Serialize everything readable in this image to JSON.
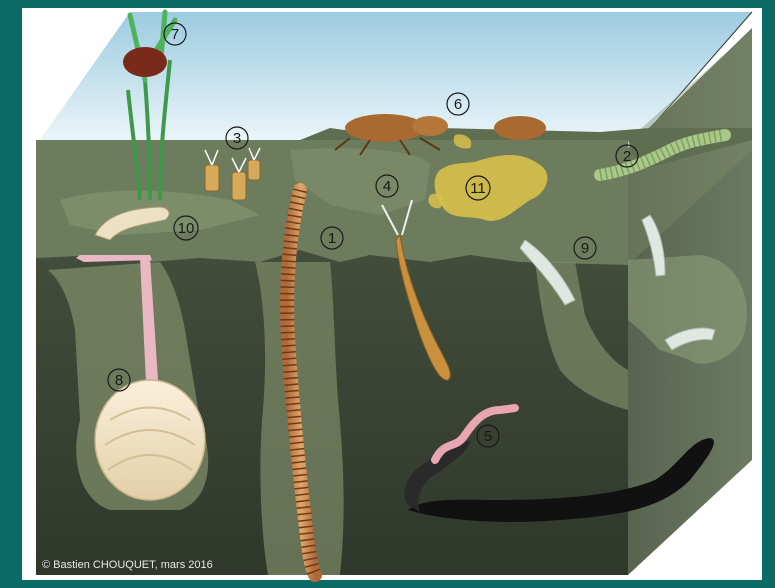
{
  "colors": {
    "frame": "#0d6b67",
    "water_top": "#a9d4e6",
    "water_bottom": "#e8f4f8",
    "surface": "#7a8a68",
    "sediment_front": "#3a4334",
    "sediment_side": "#4a5440",
    "burrow_fill": "#8c9c78"
  },
  "labels": [
    {
      "id": "1",
      "text": "1"
    },
    {
      "id": "2",
      "text": "2"
    },
    {
      "id": "3",
      "text": "3"
    },
    {
      "id": "4",
      "text": "4"
    },
    {
      "id": "5",
      "text": "5"
    },
    {
      "id": "6",
      "text": "6"
    },
    {
      "id": "7",
      "text": "7"
    },
    {
      "id": "8",
      "text": "8"
    },
    {
      "id": "9",
      "text": "9"
    },
    {
      "id": "10",
      "text": "10"
    },
    {
      "id": "11",
      "text": "11"
    }
  ],
  "credit": "© Bastien CHOUQUET, mars 2016"
}
